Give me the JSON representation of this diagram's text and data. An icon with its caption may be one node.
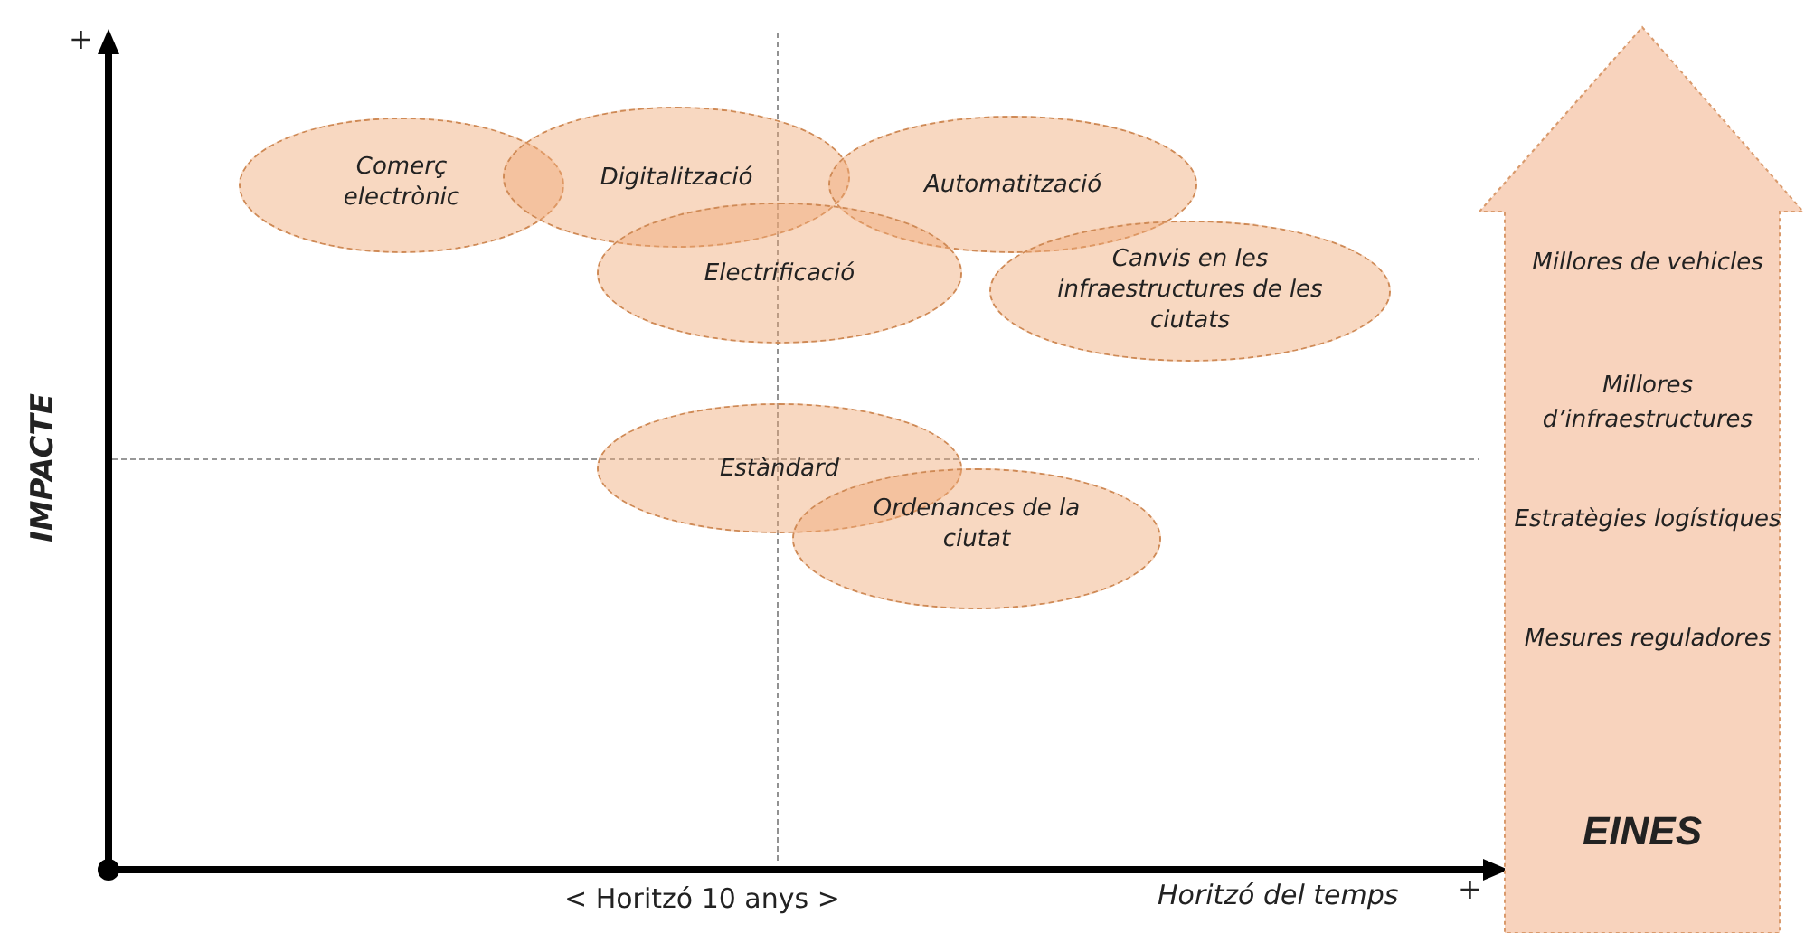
{
  "diagram": {
    "nodes": [
      {
        "text": [
          "Comerç electrònic"
        ]
      },
      {
        "text": [
          "Digitalització"
        ]
      },
      {
        "text": [
          "Automatització"
        ]
      },
      {
        "text": [
          "Electrificació"
        ]
      },
      {
        "text": [
          "Canvis en les infraestructures de les ciutats"
        ]
      },
      {
        "text": [
          "Estàndard"
        ]
      },
      {
        "text": [
          "Ordenances de la ciutat"
        ]
      },
      {
        "text": [
          "Millores de vehicles",
          "Millores d’infraestructures",
          "Estratègies logístiques",
          "Mesures reguladores",
          "EINES"
        ]
      }
    ],
    "edges": [],
    "labels": [
      "+",
      "IMPACTE",
      "< Horitzó 10 anys >",
      "Horitzó del temps",
      "+"
    ]
  }
}
